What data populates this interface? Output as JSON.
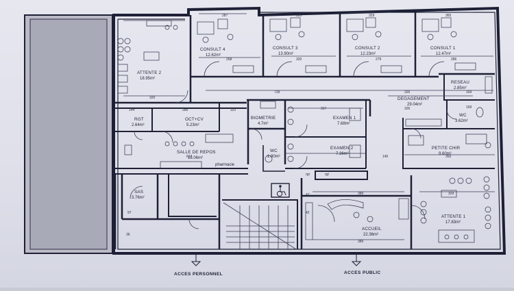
{
  "rooms": {
    "consult4": {
      "name": "CONSULT 4",
      "area": "12.62m²"
    },
    "consult3": {
      "name": "CONSULT 3",
      "area": "13.90m²"
    },
    "consult2": {
      "name": "CONSULT 2",
      "area": "12.23m²"
    },
    "consult1": {
      "name": "CONSULT 1",
      "area": "12.47m²"
    },
    "attente2": {
      "name": "ATTENTE 2",
      "area": "18.95m²"
    },
    "reseau": {
      "name": "RESEAU",
      "area": "2.85m²"
    },
    "degagement": {
      "name": "DEGAGEMENT",
      "area": "29.04m²"
    },
    "rgt1": {
      "name": "RGT",
      "area": "2.64m²"
    },
    "octcv": {
      "name": "OCT+CV",
      "area": "5.23m²"
    },
    "biometrie": {
      "name": "BIOMETRIE",
      "area": "4.7m²"
    },
    "examen1": {
      "name": "EXAMEN 1",
      "area": "7.68m²"
    },
    "wc1": {
      "name": "WC",
      "area": "3.62m²"
    },
    "salle": {
      "name": "SALLE DE REPOS",
      "area": "18.06m²"
    },
    "wc2": {
      "name": "WC",
      "area": "1.90m²"
    },
    "examen2": {
      "name": "EXAMEN 2",
      "area": "7.36m²"
    },
    "petitechir": {
      "name": "PETITE CHIR",
      "area": "9.60m²"
    },
    "sas": {
      "name": "SAS",
      "area": "3.76m²"
    },
    "accueil": {
      "name": "ACCUEIL",
      "area": "22.36m²"
    },
    "attente1": {
      "name": "ATTENTE 1",
      "area": "17.83m²"
    }
  },
  "labels": {
    "pharmacie": "pharmacie",
    "rgt_small_a": "rgt",
    "rgt_small_b": "rgt"
  },
  "dimensions": [
    "287",
    "329",
    "329",
    "365",
    "268",
    "320",
    "279",
    "286",
    "320",
    "728",
    "326",
    "326",
    "169",
    "169",
    "286",
    "110",
    "317",
    "144",
    "617",
    "145",
    "350",
    "389",
    "389",
    "329",
    "42",
    "42",
    "97",
    "36"
  ],
  "access": {
    "personnel": "ACCES PERSONNEL",
    "public": "ACCES PUBLIC"
  }
}
